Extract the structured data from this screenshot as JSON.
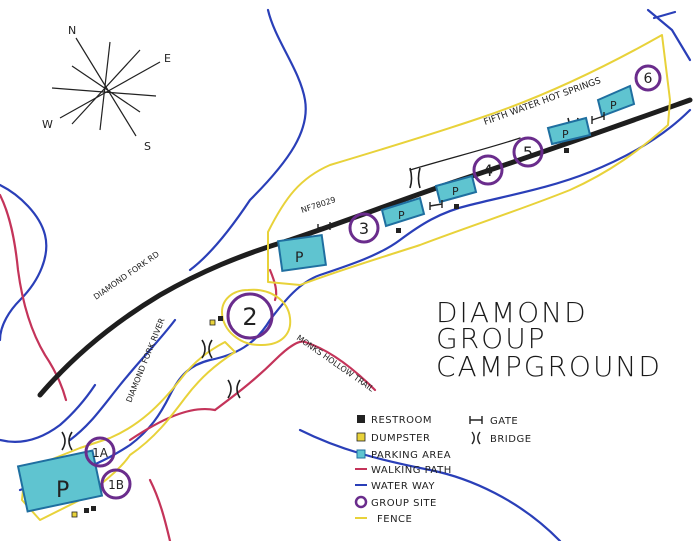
{
  "title": {
    "line1": "DIAMOND",
    "line2": "GROUP",
    "line3": "CAMPGROUND"
  },
  "compass": {
    "n": "N",
    "e": "E",
    "s": "S",
    "w": "W"
  },
  "roads": {
    "highway": "FIFTH WATER HOT SPRINGS",
    "forest_road": "NF78029",
    "main_road": "DIAMOND FORK RD"
  },
  "waterways": {
    "river": "DIAMOND FORK RIVER"
  },
  "trails": {
    "monks": "MONKS HOLLOW TRAIL"
  },
  "sites": {
    "s1a": "1A",
    "s1b": "1B",
    "s2": "2",
    "s3": "3",
    "s4": "4",
    "s5": "5",
    "s6": "6"
  },
  "parking_label": "P",
  "legend": {
    "restroom": "RESTROOM",
    "dumpster": "DUMPSTER",
    "parking": "PARKING AREA",
    "walking": "WALKING PATH",
    "water": "WATER WAY",
    "group": "GROUP SITE",
    "fence": "FENCE",
    "gate": "GATE",
    "bridge": "BRIDGE"
  },
  "colors": {
    "fence": "#e8d23a",
    "water": "#2a3fb8",
    "path": "#c4345a",
    "road": "#1e1e1e",
    "parking_fill": "#5fc4d0",
    "parking_stroke": "#1f6fa0",
    "site": "#6a2c8c"
  }
}
